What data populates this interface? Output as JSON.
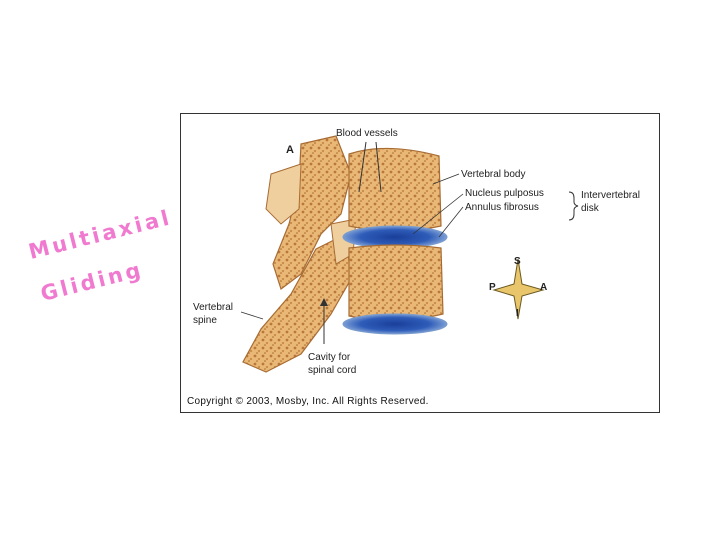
{
  "overlay": {
    "line1": "Multiaxial",
    "line2": "Gliding",
    "color": "#f07ad0"
  },
  "figure": {
    "panel_letter": "A",
    "labels": {
      "blood_vessels": "Blood vessels",
      "vertebral_body": "Vertebral body",
      "nucleus_pulposus": "Nucleus pulposus",
      "annulus_fibrosus": "Annulus fibrosus",
      "intervertebral_1": "Intervertebral",
      "intervertebral_2": "disk",
      "vertebral_spine_1": "Vertebral",
      "vertebral_spine_2": "spine",
      "cavity_1": "Cavity for",
      "cavity_2": "spinal cord"
    },
    "compass": {
      "top": "S",
      "bottom": "I",
      "left": "P",
      "right": "A"
    },
    "copyright": "Copyright © 2003, Mosby, Inc. All Rights Reserved.",
    "colors": {
      "bone": "#e8b87a",
      "bone_dark": "#b87a3c",
      "disk": "#2a52a8",
      "disk_light": "#9ab8e0"
    }
  }
}
